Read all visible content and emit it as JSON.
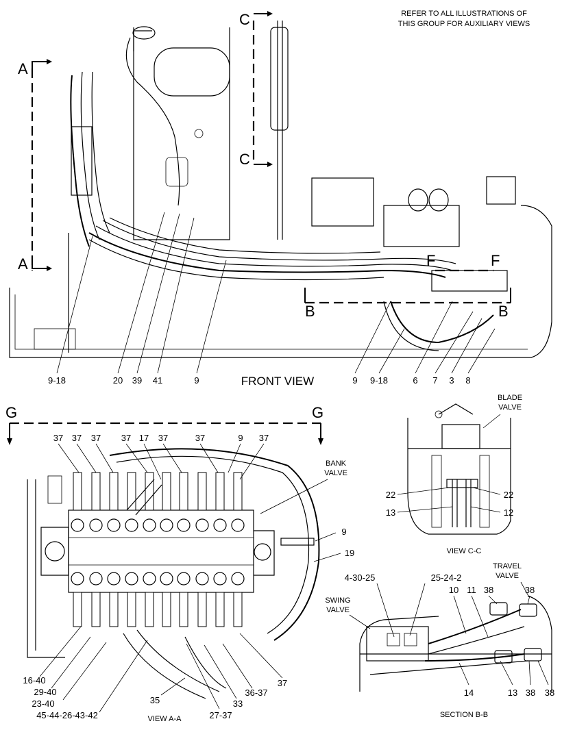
{
  "note": {
    "line1": "REFER TO ALL ILLUSTRATIONS OF",
    "line2": "THIS GROUP FOR AUXILIARY VIEWS"
  },
  "front_view": {
    "title": "FRONT VIEW",
    "section_marks": {
      "A": "A",
      "C": "C",
      "B": "B",
      "F": "F"
    },
    "callouts": [
      "9-18",
      "20",
      "39",
      "41",
      "9",
      "9",
      "9-18",
      "6",
      "7",
      "3",
      "8"
    ]
  },
  "view_a": {
    "title": "VIEW A-A",
    "section_mark": "G",
    "bank_valve": {
      "line1": "BANK",
      "line2": "VALVE"
    },
    "top_callouts": [
      "37",
      "37",
      "37",
      "37",
      "17",
      "37",
      "37",
      "9",
      "37"
    ],
    "side_callouts": [
      "9",
      "19"
    ],
    "bottom_callouts": [
      "16-40",
      "29-40",
      "23-40",
      "45-44-26-43-42",
      "35",
      "27-37",
      "33",
      "36-37",
      "37"
    ]
  },
  "view_c": {
    "title": "VIEW C-C",
    "blade_valve": {
      "line1": "BLADE",
      "line2": "VALVE"
    },
    "callouts": [
      "22",
      "22",
      "13",
      "12"
    ]
  },
  "section_b": {
    "title": "SECTION B-B",
    "swing_valve": {
      "line1": "SWING",
      "line2": "VALVE"
    },
    "travel_valve": {
      "line1": "TRAVEL",
      "line2": "VALVE"
    },
    "callouts": [
      "4-30-25",
      "25-24-2",
      "10",
      "11",
      "38",
      "38",
      "14",
      "13",
      "38",
      "38"
    ]
  }
}
